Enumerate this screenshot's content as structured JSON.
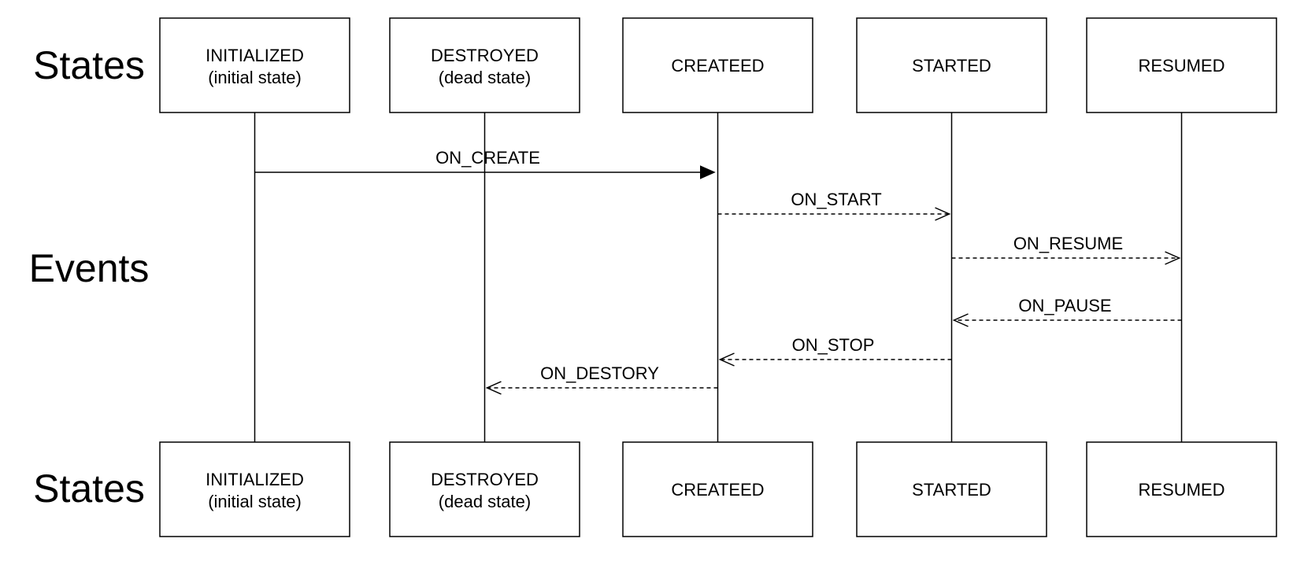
{
  "row_labels": {
    "top": "States",
    "middle": "Events",
    "bottom": "States"
  },
  "states": [
    {
      "id": "initialized",
      "name": "INITIALIZED",
      "note": "(initial state)"
    },
    {
      "id": "destroyed",
      "name": "DESTROYED",
      "note": "(dead state)"
    },
    {
      "id": "created",
      "name": "CREATEED",
      "note": ""
    },
    {
      "id": "started",
      "name": "STARTED",
      "note": ""
    },
    {
      "id": "resumed",
      "name": "RESUMED",
      "note": ""
    }
  ],
  "events": [
    {
      "label": "ON_CREATE",
      "from": "initialized",
      "to": "created",
      "style": "solid"
    },
    {
      "label": "ON_START",
      "from": "created",
      "to": "started",
      "style": "dashed"
    },
    {
      "label": "ON_RESUME",
      "from": "started",
      "to": "resumed",
      "style": "dashed"
    },
    {
      "label": "ON_PAUSE",
      "from": "resumed",
      "to": "started",
      "style": "dashed"
    },
    {
      "label": "ON_STOP",
      "from": "started",
      "to": "created",
      "style": "dashed"
    },
    {
      "label": "ON_DESTORY",
      "from": "created",
      "to": "destroyed",
      "style": "dashed"
    }
  ]
}
